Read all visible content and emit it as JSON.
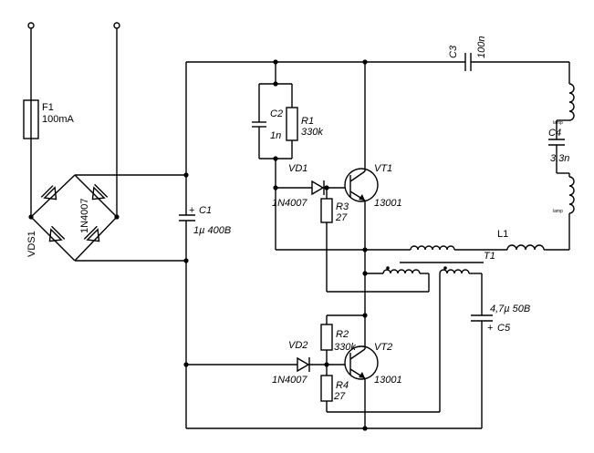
{
  "fuse": {
    "ref": "F1",
    "value": "100mA"
  },
  "bridge": {
    "ref": "VDS1",
    "value": "1N4007"
  },
  "c1": {
    "ref": "C1",
    "value": "1µ 400В",
    "plus": "+"
  },
  "c2": {
    "ref": "C2",
    "value": "1n"
  },
  "r1": {
    "ref": "R1",
    "value": "330k"
  },
  "vd1": {
    "ref": "VD1",
    "value": "1N4007"
  },
  "r3": {
    "ref": "R3",
    "value": "27"
  },
  "vt1": {
    "ref": "VT1",
    "value": "13001"
  },
  "c3": {
    "ref": "C3",
    "value": "100n"
  },
  "c4": {
    "ref": "C4",
    "value": "3,3n"
  },
  "l1": {
    "ref": "L1"
  },
  "t1": {
    "ref": "T1"
  },
  "c5": {
    "ref": "C5",
    "value": "4,7µ 50В",
    "plus": "+"
  },
  "r2": {
    "ref": "R2",
    "value": "330k"
  },
  "vd2": {
    "ref": "VD2",
    "value": "1N4007"
  },
  "r4": {
    "ref": "R4",
    "value": "27"
  },
  "vt2": {
    "ref": "VT2",
    "value": "13001"
  },
  "lamp_marks": {
    "top": "lamp",
    "bottom": "lamp"
  }
}
